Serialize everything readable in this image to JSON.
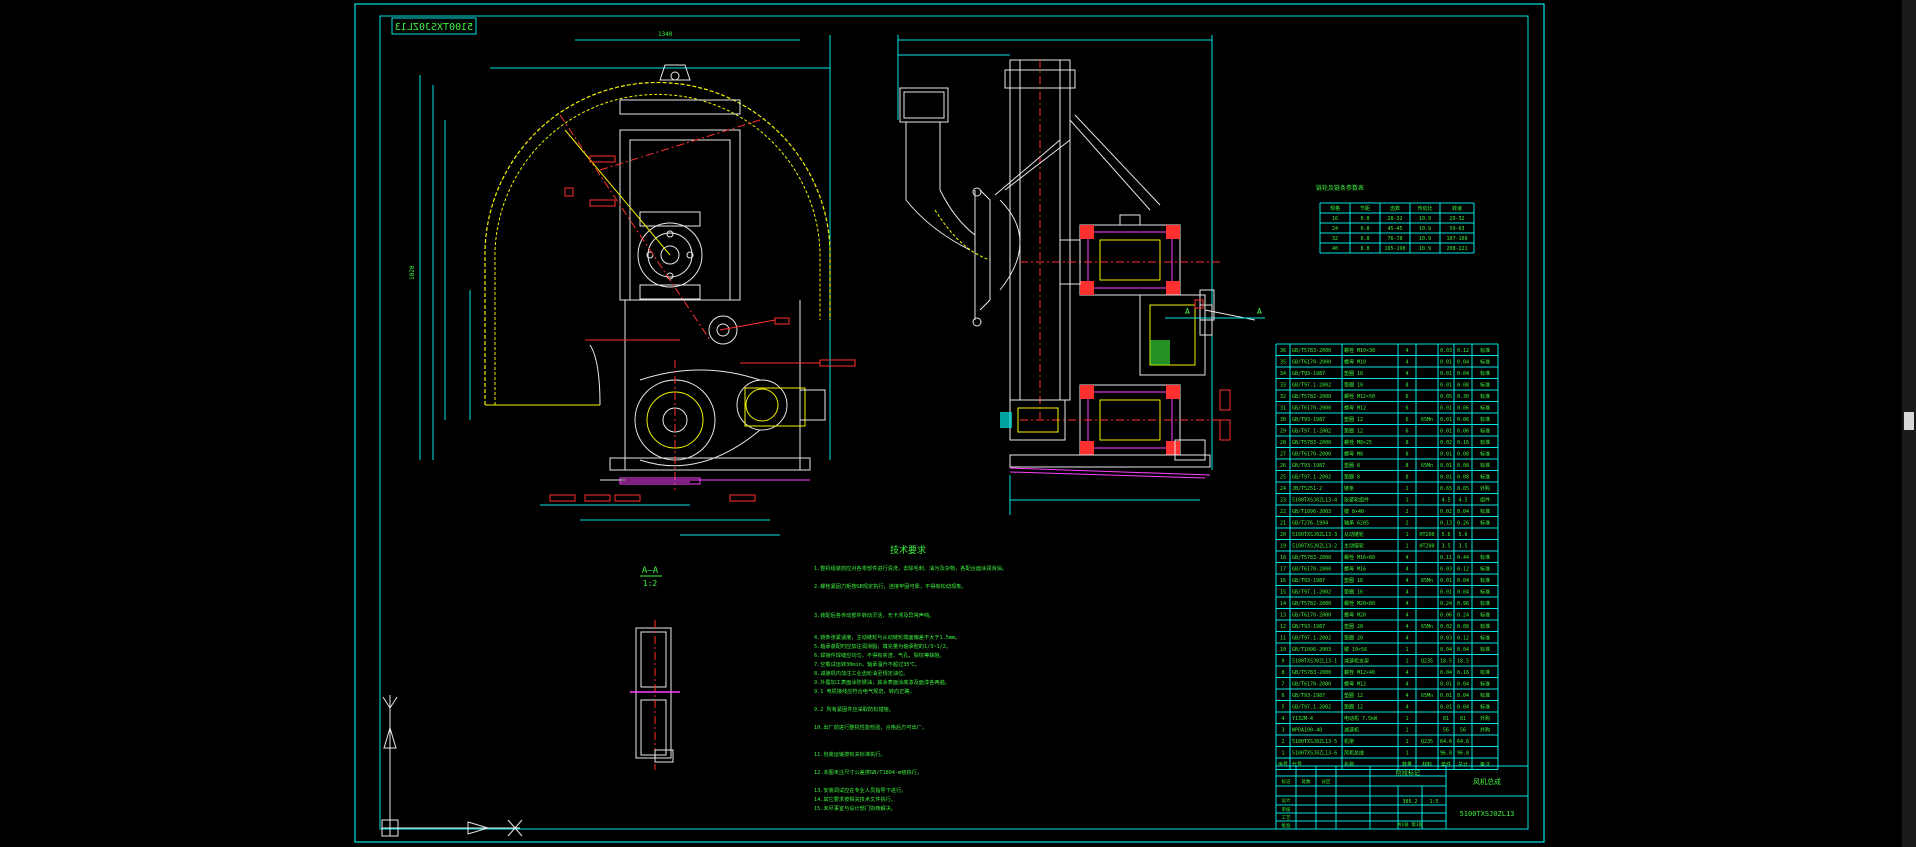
{
  "drawing": {
    "mirrored_stamp": "5100TXSJ0ZL13",
    "view_label": "A—A",
    "scale_label": "1:2",
    "section_arrow_label": "A",
    "tech_title": "技术要求",
    "tech_lines": [
      "1.整机组装前应对各零部件进行清洗，去除毛刺、油污及杂物，各配合面涂润滑油。",
      "2.螺栓紧固力矩按GB规定执行，连接牢固可靠，不得有松动现象。",
      "3.装配后各传动部件转动灵活，无卡滞及异常声响。",
      "4.链条张紧适度，主动链轮与从动链轮端面偏差不大于1.5mm。",
      "5.轴承装配时应加注润滑脂，填充量为轴承腔的1/3~1/2。",
      "6.焊接件焊缝应均匀，不得有夹渣、气孔、裂纹等缺陷。",
      "7.空载试运转30min，轴承温升不超过35℃。",
      "8.减速机内加注工业齿轮油至规定油位。",
      "9.外露加工表面涂防锈油，其余表面涂底漆及面漆各两遍。",
      "9.1 电机接线应符合电气规范，转向正确。",
      "9.2 所有紧固件应采取防松措施。",
      "10.出厂前进行整机性能检验，合格后方可出厂。",
      "11.包装运输按有关标准执行。",
      "12.本图未注尺寸公差按GB/T1804-m级执行。",
      "13.安装调试应在专业人员指导下进行。",
      "14.其它要求按相关技术文件执行。",
      "15.未尽事宜与设计部门协商解决。"
    ],
    "small_table_title": "链轮及链条参数表",
    "small_table": [
      [
        "规格",
        "节距",
        "齿数",
        "传动比",
        "转速"
      ],
      [
        "16",
        "0.8",
        "28-32",
        "10.9",
        "29-32"
      ],
      [
        "24",
        "0.8",
        "45-45",
        "10.9",
        "59-63"
      ],
      [
        "32",
        "0.8",
        "76-78",
        "10.9",
        "107-109"
      ],
      [
        "40",
        "0.8",
        "165-190",
        "10.9",
        "208-221"
      ]
    ]
  },
  "bom": {
    "rows": [
      [
        "36",
        "GB/T5783-2000",
        "螺栓 M10×30",
        "4",
        "",
        "0.03",
        "0.12",
        "标准"
      ],
      [
        "35",
        "GB/T6170-2000",
        "螺母 M10",
        "4",
        "",
        "0.01",
        "0.04",
        "标准"
      ],
      [
        "34",
        "GB/T93-1987",
        "垫圈 10",
        "4",
        "",
        "0.01",
        "0.04",
        "标准"
      ],
      [
        "33",
        "GB/T97.1-2002",
        "垫圈 10",
        "8",
        "",
        "0.01",
        "0.08",
        "标准"
      ],
      [
        "32",
        "GB/T5782-2000",
        "螺栓 M12×50",
        "6",
        "",
        "0.05",
        "0.30",
        "标准"
      ],
      [
        "31",
        "GB/T6170-2000",
        "螺母 M12",
        "6",
        "",
        "0.01",
        "0.06",
        "标准"
      ],
      [
        "30",
        "GB/T93-1987",
        "垫圈 12",
        "6",
        "65Mn",
        "0.01",
        "0.06",
        "标准"
      ],
      [
        "29",
        "GB/T97.1-2002",
        "垫圈 12",
        "6",
        "",
        "0.01",
        "0.06",
        "标准"
      ],
      [
        "28",
        "GB/T5783-2000",
        "螺栓 M8×25",
        "8",
        "",
        "0.02",
        "0.16",
        "标准"
      ],
      [
        "27",
        "GB/T6170-2000",
        "螺母 M8",
        "8",
        "",
        "0.01",
        "0.08",
        "标准"
      ],
      [
        "26",
        "GB/T93-1987",
        "垫圈 8",
        "8",
        "65Mn",
        "0.01",
        "0.08",
        "标准"
      ],
      [
        "25",
        "GB/T97.1-2002",
        "垫圈 8",
        "8",
        "",
        "0.01",
        "0.08",
        "标准"
      ],
      [
        "24",
        "JB/T5251-2",
        "链条",
        "1",
        "",
        "0.65",
        "0.65",
        "外购"
      ],
      [
        "23",
        "5100TXSJ0ZL13-4",
        "张紧轮组件",
        "1",
        "",
        "4.5",
        "4.5",
        "组件"
      ],
      [
        "22",
        "GB/T1096-2003",
        "键 8×40",
        "2",
        "",
        "0.02",
        "0.04",
        "标准"
      ],
      [
        "21",
        "GB/T276-1994",
        "轴承 6205",
        "2",
        "",
        "0.13",
        "0.26",
        "标准"
      ],
      [
        "20",
        "5100TXSJ0ZL13-3",
        "从动链轮",
        "1",
        "HT200",
        "5.6",
        "5.6",
        ""
      ],
      [
        "19",
        "5100TXSJ0ZL13-2",
        "主动链轮",
        "1",
        "HT200",
        "3.5",
        "3.5",
        ""
      ],
      [
        "18",
        "GB/T5783-2000",
        "螺栓 M16×60",
        "4",
        "",
        "0.11",
        "0.44",
        "标准"
      ],
      [
        "17",
        "GB/T6170-2000",
        "螺母 M16",
        "4",
        "",
        "0.03",
        "0.12",
        "标准"
      ],
      [
        "16",
        "GB/T93-1987",
        "垫圈 16",
        "4",
        "65Mn",
        "0.01",
        "0.04",
        "标准"
      ],
      [
        "15",
        "GB/T97.1-2002",
        "垫圈 16",
        "4",
        "",
        "0.01",
        "0.04",
        "标准"
      ],
      [
        "14",
        "GB/T5782-2000",
        "螺栓 M20×80",
        "4",
        "",
        "0.24",
        "0.96",
        "标准"
      ],
      [
        "13",
        "GB/T6170-2000",
        "螺母 M20",
        "4",
        "",
        "0.06",
        "0.24",
        "标准"
      ],
      [
        "12",
        "GB/T93-1987",
        "垫圈 20",
        "4",
        "65Mn",
        "0.02",
        "0.08",
        "标准"
      ],
      [
        "11",
        "GB/T97.1-2002",
        "垫圈 20",
        "4",
        "",
        "0.03",
        "0.12",
        "标准"
      ],
      [
        "10",
        "GB/T1096-2003",
        "键 10×56",
        "1",
        "",
        "0.04",
        "0.04",
        "标准"
      ],
      [
        "9",
        "5100TXSJ0ZL13-1",
        "减速机支架",
        "1",
        "Q235",
        "18.5",
        "18.5",
        ""
      ],
      [
        "8",
        "GB/T5783-2000",
        "螺栓 M12×40",
        "4",
        "",
        "0.04",
        "0.16",
        "标准"
      ],
      [
        "7",
        "GB/T6170-2000",
        "螺母 M12",
        "4",
        "",
        "0.01",
        "0.04",
        "标准"
      ],
      [
        "6",
        "GB/T93-1987",
        "垫圈 12",
        "4",
        "65Mn",
        "0.01",
        "0.04",
        "标准"
      ],
      [
        "5",
        "GB/T97.1-2002",
        "垫圈 12",
        "4",
        "",
        "0.01",
        "0.04",
        "标准"
      ],
      [
        "4",
        "Y132M-4",
        "电动机 7.5kW",
        "1",
        "",
        "81",
        "81",
        "外购"
      ],
      [
        "3",
        "WPDA100-40",
        "减速机",
        "1",
        "",
        "56",
        "56",
        "外购"
      ],
      [
        "2",
        "5100TXSJ0ZL13-5",
        "机架",
        "1",
        "Q235",
        "64.6",
        "64.6",
        ""
      ],
      [
        "1",
        "5100TXSJ0ZL13-6",
        "风机总成",
        "1",
        "",
        "96.8",
        "96.8",
        ""
      ]
    ],
    "header": [
      "序号",
      "代号",
      "名称",
      "数量",
      "材料",
      "单件",
      "总计",
      "备注"
    ]
  },
  "title_block": {
    "drawing_name": "风机总成",
    "drawing_number": "5100TXSJ0ZL13",
    "labels": [
      "标记",
      "处数",
      "分区",
      "设计",
      "审核",
      "工艺",
      "批准"
    ],
    "scale": "1:5",
    "sheet": "共1张 第1张",
    "weight": "385.2",
    "stage": "阶段标记"
  },
  "colors": {
    "background": "#000000",
    "frame": "#00e5e5",
    "text": "#3ef23e",
    "part": "#f4f400",
    "center": "#ff3030",
    "section": "#ff40ff"
  }
}
